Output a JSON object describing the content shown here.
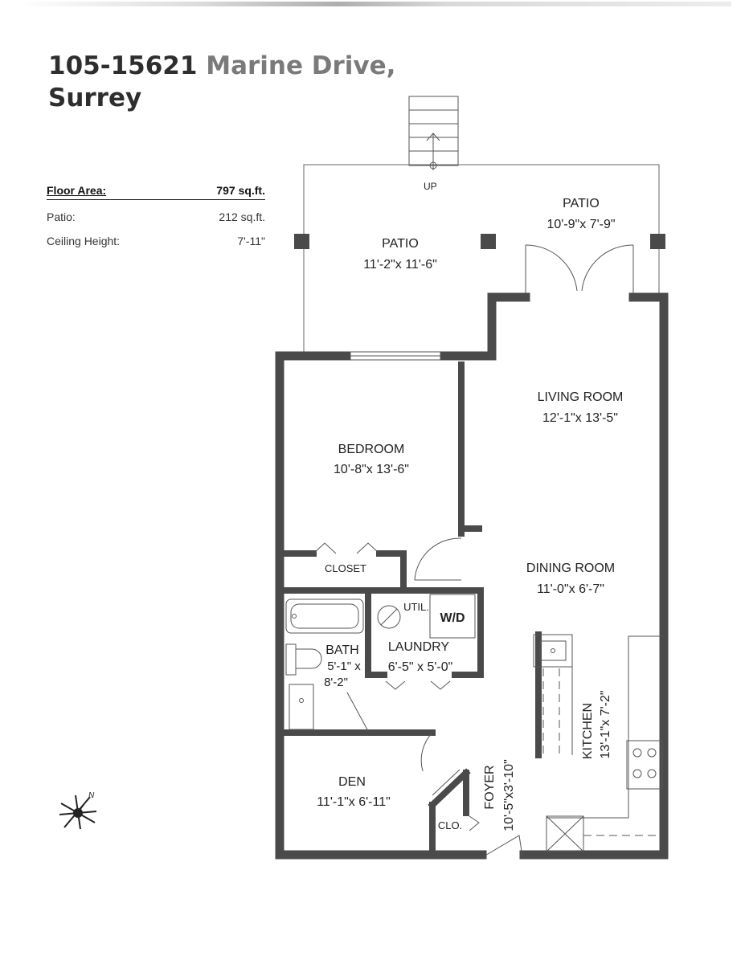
{
  "listing": {
    "address_line1": "105-15621 ",
    "address_line1_highlight": "Marine Drive,",
    "address_line2": "Surrey"
  },
  "specs": {
    "floor_area_label": "Floor Area:",
    "floor_area_value": "797 sq.ft.",
    "patio_label": "Patio:",
    "patio_value": "212 sq.ft.",
    "ceiling_label": "Ceiling Height:",
    "ceiling_value": "7'-11\""
  },
  "plan": {
    "stairs_label": "UP",
    "patio_left_name": "PATIO",
    "patio_left_dims": "11'-2\"x 11'-6\"",
    "patio_right_name": "PATIO",
    "patio_right_dims": "10'-9\"x 7'-9\"",
    "living_name": "LIVING ROOM",
    "living_dims": "12'-1\"x 13'-5\"",
    "bedroom_name": "BEDROOM",
    "bedroom_dims": "10'-8\"x 13'-6\"",
    "closet_name": "CLOSET",
    "dining_name": "DINING ROOM",
    "dining_dims": "11'-0\"x 6'-7\"",
    "util_label": "UTIL.",
    "wd_label": "W/D",
    "laundry_name": "LAUNDRY",
    "laundry_dims": "6'-5\" x 5'-0\"",
    "bath_name": "BATH",
    "bath_dims_1": "5'-1\" x",
    "bath_dims_2": "8'-2\"",
    "kitchen_label": "KITCHEN",
    "kitchen_dims": "13'-1\"x 7'-2\"",
    "foyer_label": "FOYER",
    "foyer_dims": "10'-5\"x3'-10\"",
    "den_name": "DEN",
    "den_dims": "11'-1\"x 6'-11\"",
    "clo_label": "CLO.",
    "north_label": "N"
  },
  "colors": {
    "wall": "#4a4a4a",
    "thin_line": "#555555",
    "title": "#2e2e2e"
  }
}
